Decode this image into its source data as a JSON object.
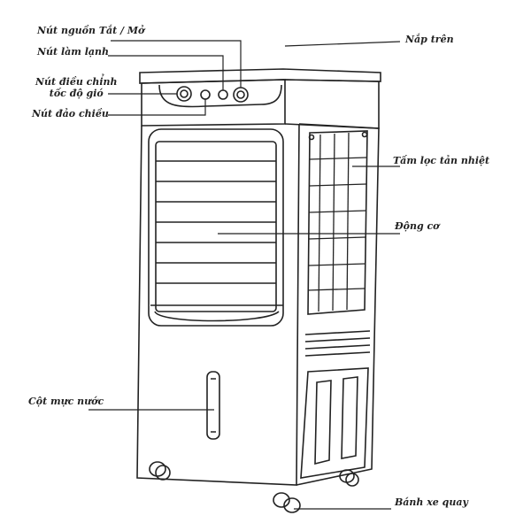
{
  "labels": {
    "power": "Nút nguồn Tắt / Mở",
    "cooling": "Nút làm lạnh",
    "speed_line1": "Nút điều chỉnh",
    "speed_line2": "tốc độ gió",
    "swing": "Nút đảo chiều",
    "top_cover": "Nắp trên",
    "filter": "Tấm lọc tản nhiệt",
    "motor": "Động cơ",
    "water_gauge": "Cột mực nước",
    "wheels": "Bánh xe quay"
  },
  "colors": {
    "line": "#222222",
    "background": "#ffffff"
  }
}
